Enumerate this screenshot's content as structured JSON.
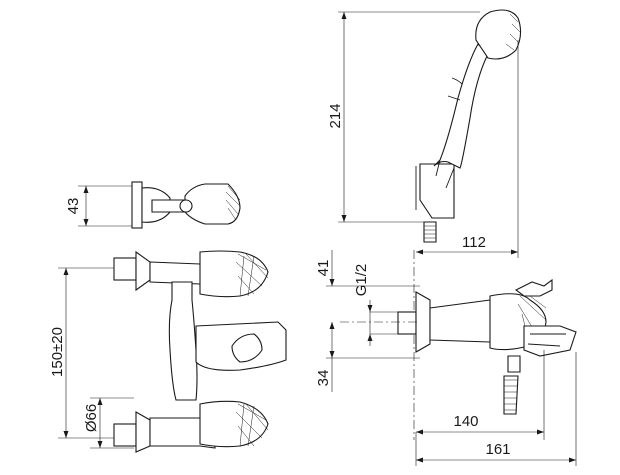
{
  "dimensions": {
    "d43": "43",
    "d150": "150±20",
    "d66": "Ø66",
    "d214": "214",
    "d112": "112",
    "d41": "41",
    "dG12": "G1/2",
    "d34": "34",
    "d140": "140",
    "d161": "161"
  }
}
